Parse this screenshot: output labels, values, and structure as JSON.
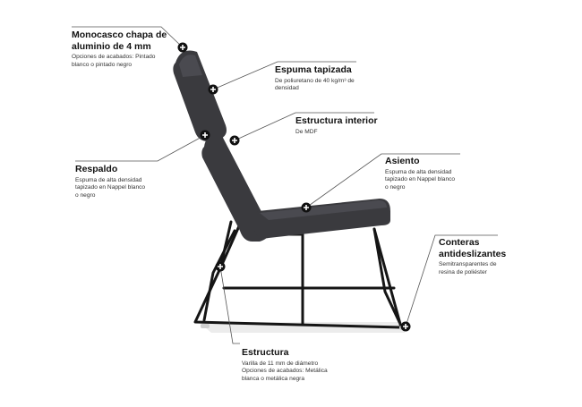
{
  "colors": {
    "upholstery": "#3a3a3e",
    "upholstery_highlight": "#4a4a50",
    "frame": "#151515",
    "shadow": "#e4e4e4",
    "leader_line": "#555555",
    "marker_fill": "#111111"
  },
  "callouts": {
    "monocasco": {
      "title": "Monocasco chapa de\naluminio de 4 mm",
      "desc": "Opciones de acabados: Pintado\nblanco o pintado negro"
    },
    "espuma": {
      "title": "Espuma tapizada",
      "desc": "De poliuretano de 40 kg/m³ de\ndensidad"
    },
    "estructura_interior": {
      "title": "Estructura interior",
      "desc": "De MDF"
    },
    "respaldo": {
      "title": "Respaldo",
      "desc": "Espuma de alta densidad\ntapizado en Nappel blanco\no negro"
    },
    "asiento": {
      "title": "Asiento",
      "desc": "Espuma de alta densidad\ntapizado en Nappel blanco\no negro"
    },
    "conteras": {
      "title": "Conteras\nantideslizantes",
      "desc": "Semitransparentes de\nresina de poliéster"
    },
    "estructura": {
      "title": "Estructura",
      "desc": "Varilla de 11 mm de diámetro\nOpciones de acabados: Metálica\nblanca o metálica negra"
    }
  },
  "icons": {
    "marker": "plus-circle-icon"
  }
}
